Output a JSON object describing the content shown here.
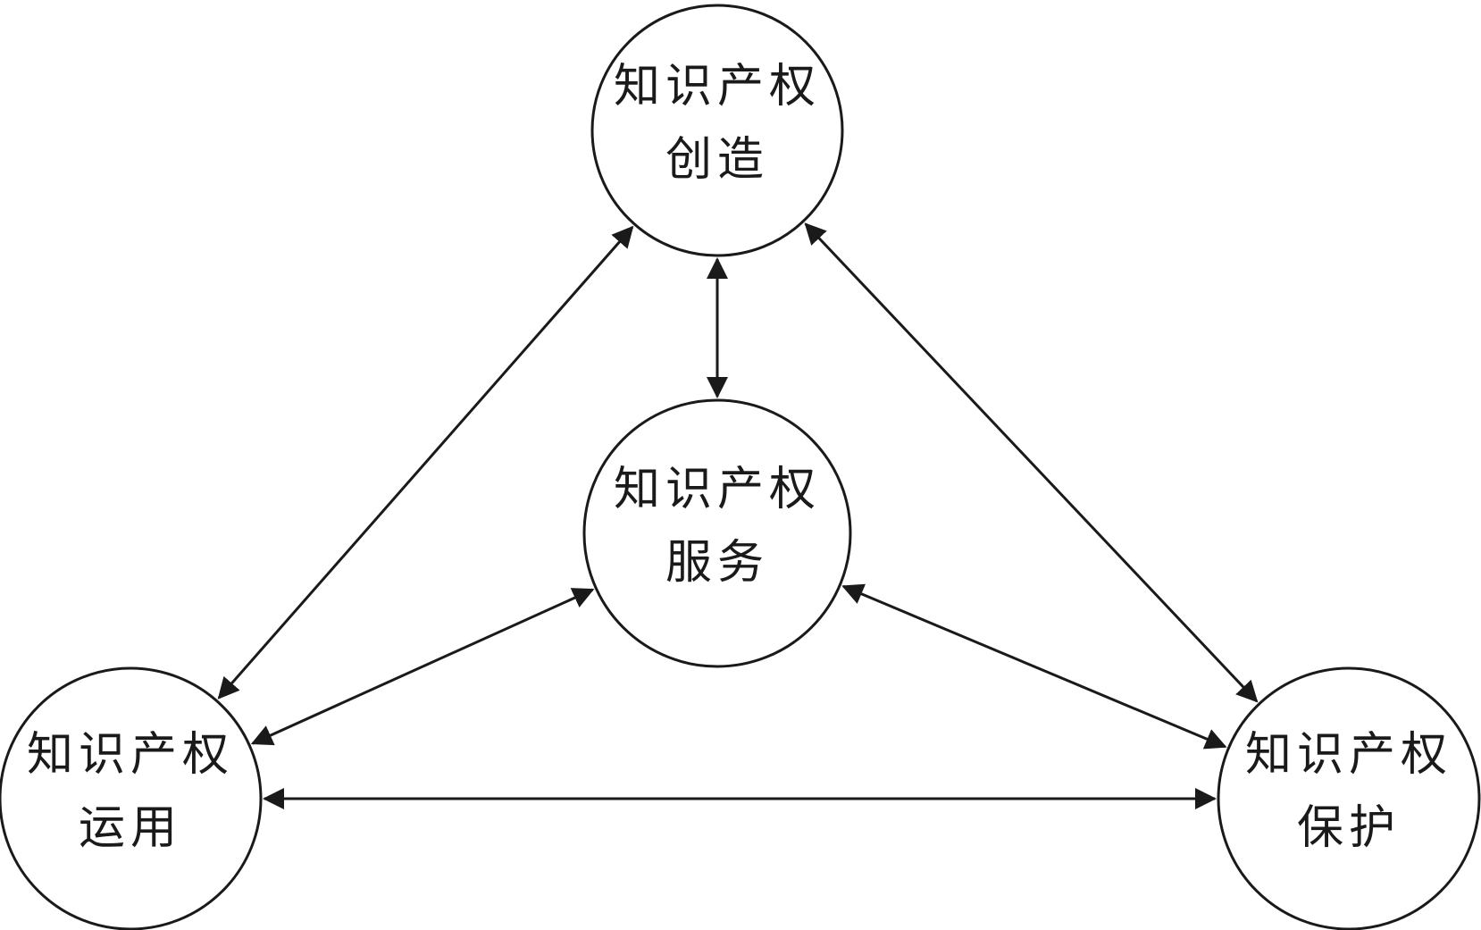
{
  "diagram": {
    "nodes": {
      "creation": {
        "line1": "知识产权",
        "line2": "创造"
      },
      "service": {
        "line1": "知识产权",
        "line2": "服务"
      },
      "application": {
        "line1": "知识产权",
        "line2": "运用"
      },
      "protection": {
        "line1": "知识产权",
        "line2": "保护"
      }
    },
    "edges": [
      {
        "from": "creation",
        "to": "service",
        "direction": "both"
      },
      {
        "from": "creation",
        "to": "application",
        "direction": "both"
      },
      {
        "from": "creation",
        "to": "protection",
        "direction": "both"
      },
      {
        "from": "service",
        "to": "application",
        "direction": "both"
      },
      {
        "from": "service",
        "to": "protection",
        "direction": "both"
      },
      {
        "from": "application",
        "to": "protection",
        "direction": "both"
      }
    ],
    "colors": {
      "stroke": "#1a1a1a",
      "background": "#ffffff"
    }
  }
}
